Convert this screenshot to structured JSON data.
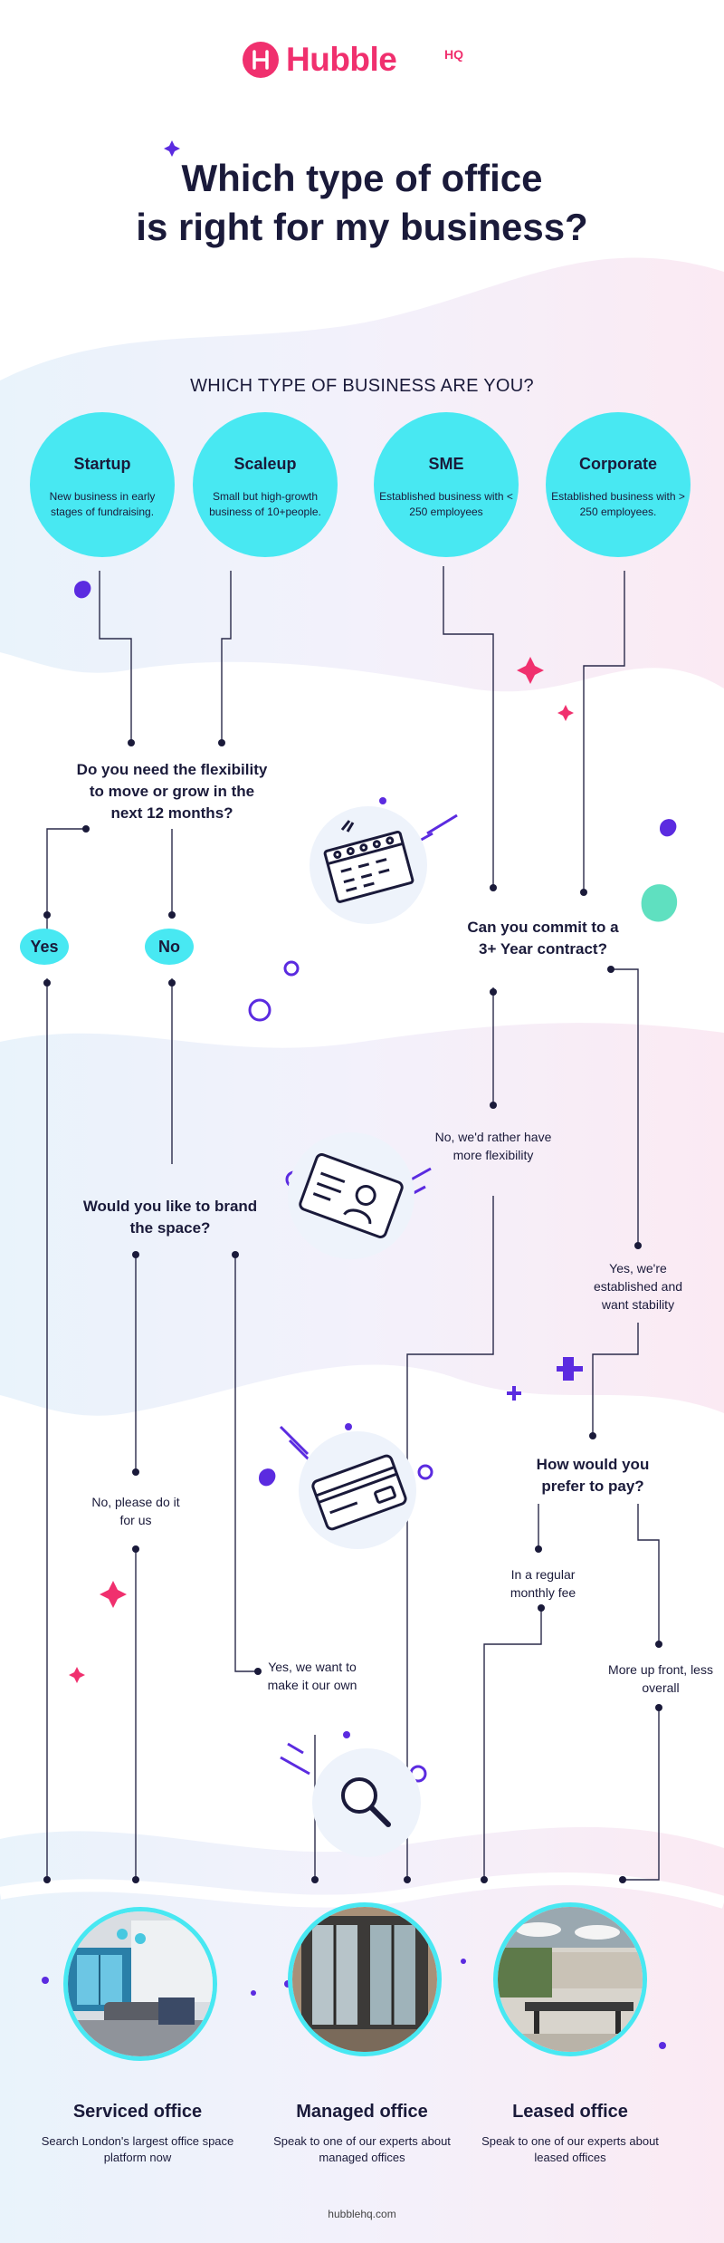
{
  "brand": {
    "name": "Hubble",
    "suffix": "HQ",
    "color": "#f0306e"
  },
  "title_line1": "Which type of office",
  "title_line2": "is right for my business?",
  "section_title": "WHICH TYPE OF BUSINESS ARE YOU?",
  "business_types": [
    {
      "title": "Startup",
      "desc": "New business in early stages of fundraising."
    },
    {
      "title": "Scaleup",
      "desc": "Small but high-growth business of 10+people."
    },
    {
      "title": "SME",
      "desc": "Established business with < 250 employees"
    },
    {
      "title": "Corporate",
      "desc": "Established business with > 250 employees."
    }
  ],
  "q_flexibility": "Do you need the flexibility to move or grow in the next 12 months?",
  "yes_label": "Yes",
  "no_label": "No",
  "q_contract": "Can you commit to a 3+ Year contract?",
  "a_more_flexibility": "No, we'd rather have more flexibility",
  "a_stability": "Yes, we're established and want stability",
  "q_brand": "Would you like to brand the space?",
  "q_pay": "How would you prefer to pay?",
  "a_do_it_for_us": "No, please do it for us",
  "a_monthly": "In a regular monthly fee",
  "a_make_own": "Yes, we want to make it our own",
  "a_up_front": "More up front, less overall",
  "offices": [
    {
      "title": "Serviced office",
      "desc": "Search London's largest office space platform now"
    },
    {
      "title": "Managed office",
      "desc": "Speak to one of our experts about managed offices"
    },
    {
      "title": "Leased office",
      "desc": "Speak to one of our experts about leased offices"
    }
  ],
  "footer": "hubblehq.com",
  "colors": {
    "accent_cyan": "#48e8f2",
    "pink": "#f0306e",
    "purple": "#5b2be0",
    "mint": "#5fe0c0",
    "navy": "#1a1a3a"
  },
  "icons": [
    "calendar-icon",
    "id-card-icon",
    "credit-card-icon",
    "magnifier-icon"
  ]
}
